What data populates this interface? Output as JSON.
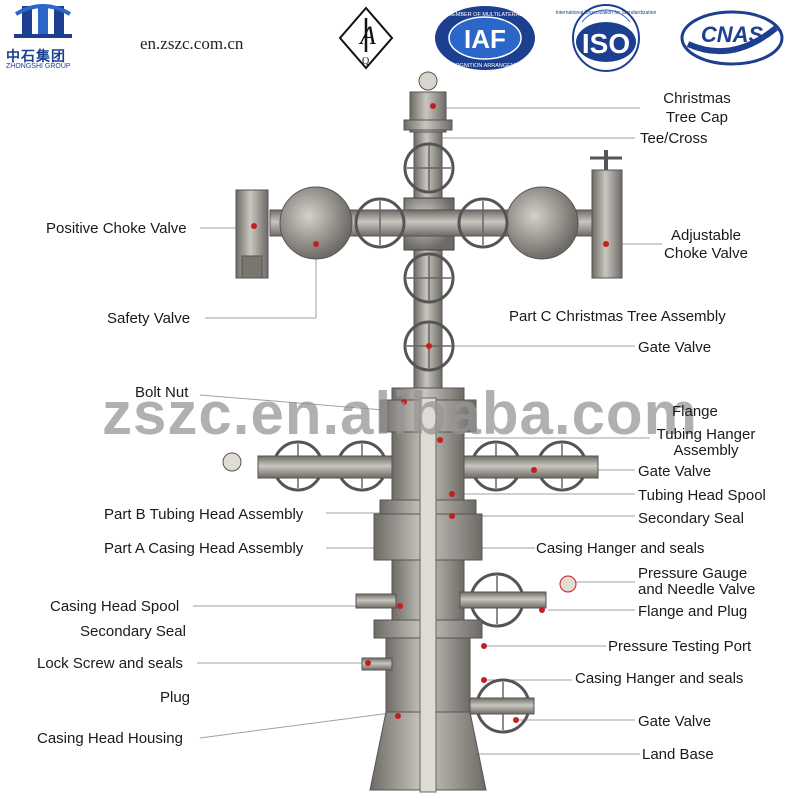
{
  "header": {
    "company_logo_text": "中石集团",
    "company_logo_sub": "ZHONGSHI GROUP",
    "website": "en.zszc.com.cn",
    "api_mark": "Q",
    "iaf_text": "IAF",
    "iaf_ring": "MEMBER OF MULTILATERAL RECOGNITION ARRANGEMENT",
    "iso_text": "ISO",
    "iso_ring": "International Organization for Standardization",
    "cnas_text": "CNAS"
  },
  "watermark": "zszc.en.alibaba.com",
  "labels": {
    "christmas_tree_cap": "Christmas\nTree Cap",
    "tee_cross": "Tee/Cross",
    "positive_choke_valve": "Positive Choke Valve",
    "adjustable_choke_valve": "Adjustable\nChoke Valve",
    "safety_valve": "Safety Valve",
    "part_c": "Part C Christmas Tree Assembly",
    "gate_valve_upper": "Gate Valve",
    "bolt_nut": "Bolt  Nut",
    "flange": "Flange",
    "tubing_hanger_assembly": "Tubing Hanger\nAssembly",
    "gate_valve_mid": "Gate Valve",
    "tubing_head_spool": "Tubing Head Spool",
    "part_b": "Part B Tubing Head Assembly",
    "secondary_seal_right": "Secondary Seal",
    "part_a": "Part A Casing Head Assembly",
    "casing_hanger_seals_upper": "Casing Hanger and seals",
    "pressure_gauge_needle": "Pressure Gauge\nand Needle Valve",
    "flange_and_plug": "Flange and Plug",
    "casing_head_spool": "Casing Head Spool",
    "secondary_seal_left": "Secondary Seal",
    "pressure_testing_port": "Pressure Testing Port",
    "lock_screw": "Lock Screw and seals",
    "casing_hanger_seals_lower": "Casing Hanger and seals",
    "plug": "Plug",
    "gate_valve_lower": "Gate Valve",
    "casing_head_housing": "Casing Head Housing",
    "land_base": "Land Base"
  },
  "colors": {
    "metal": "#8f8a84",
    "metal_dark": "#5e5a55",
    "metal_light": "#c9c5bf",
    "bolt_red": "#c81d1d",
    "logo_blue": "#1d3f8f",
    "leader": "#9a9a9a"
  }
}
